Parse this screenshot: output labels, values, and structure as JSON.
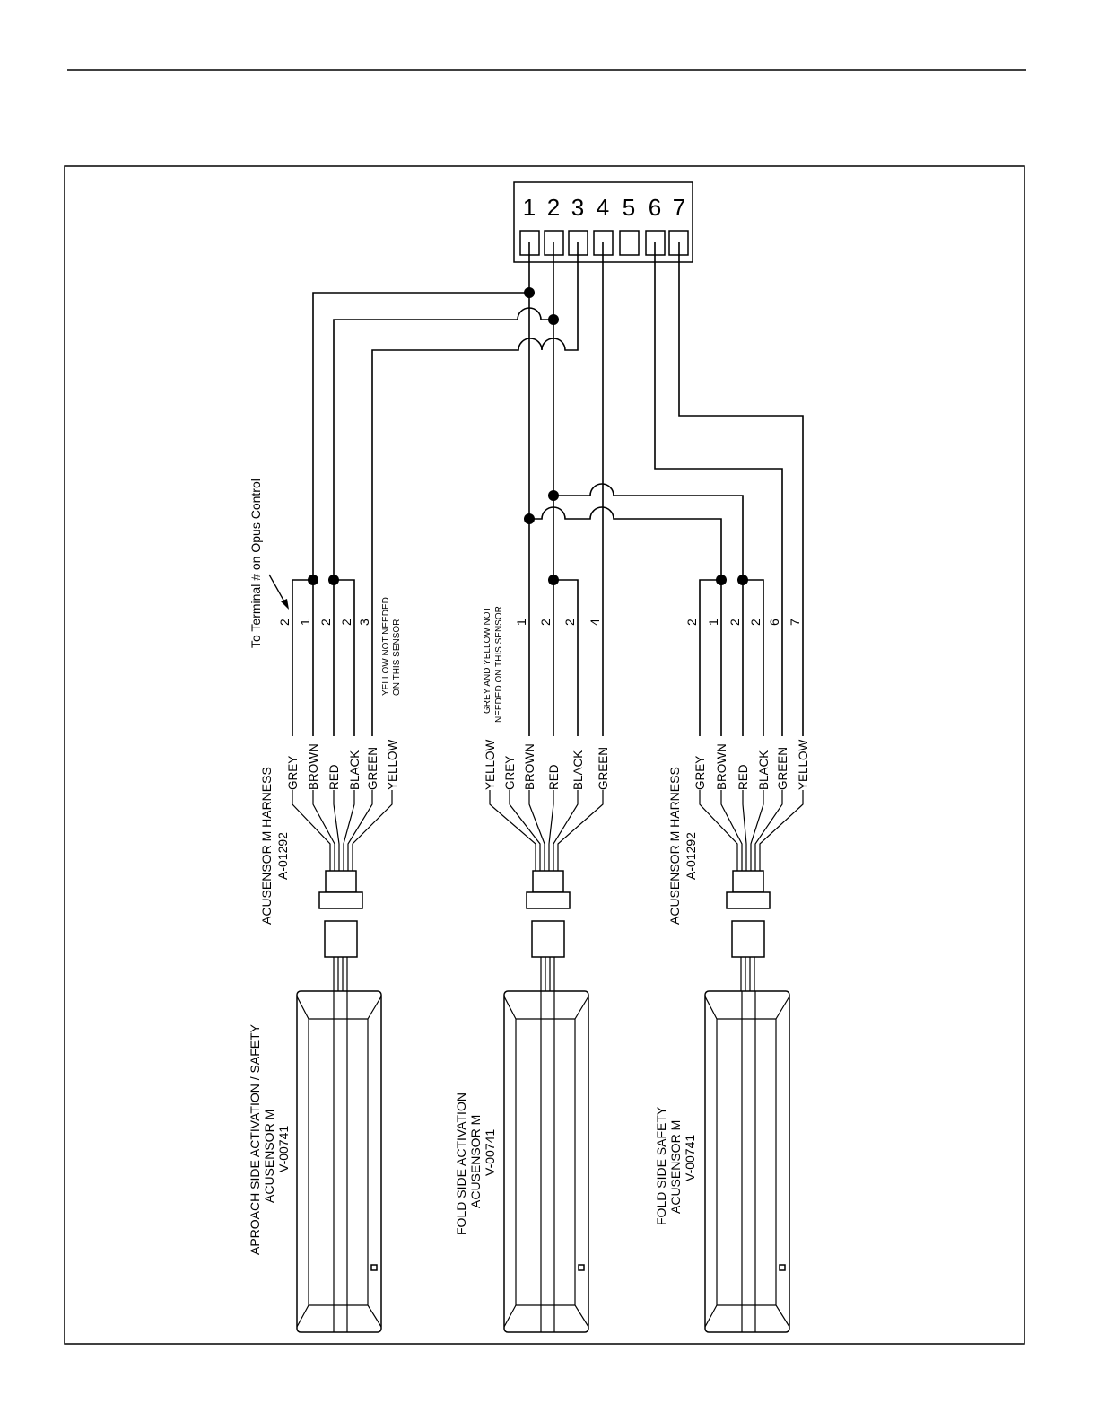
{
  "terminal_block": {
    "numbers": [
      "1",
      "2",
      "3",
      "4",
      "5",
      "6",
      "7"
    ]
  },
  "callout": {
    "terminal_note": "To Terminal # on Opus Control"
  },
  "sensors": [
    {
      "title_line1": "APROACH SIDE ACTIVATION / SAFETY",
      "title_line2": "ACUSENSOR M",
      "title_line3": "V-00741",
      "harness_line1": "ACUSENSOR M HARNESS",
      "harness_line2": "A-01292",
      "wires": [
        "GREY",
        "BROWN",
        "RED",
        "BLACK",
        "GREEN",
        "YELLOW"
      ],
      "terminals": [
        "2",
        "1",
        "2",
        "2",
        "3"
      ],
      "note_line1": "YELLOW NOT NEEDED",
      "note_line2": "ON THIS SENSOR"
    },
    {
      "title_line1": "FOLD SIDE ACTIVATION",
      "title_line2": "ACUSENSOR M",
      "title_line3": "V-00741",
      "wires": [
        "YELLOW",
        "GREY",
        "BROWN",
        "RED",
        "BLACK",
        "GREEN"
      ],
      "terminals": [
        "1",
        "2",
        "2",
        "4"
      ],
      "note_line1": "GREY AND YELLOW NOT",
      "note_line2": "NEEDED ON THIS SENSOR"
    },
    {
      "title_line1": "FOLD SIDE SAFETY",
      "title_line2": "ACUSENSOR M",
      "title_line3": "V-00741",
      "harness_line1": "ACUSENSOR M HARNESS",
      "harness_line2": "A-01292",
      "wires": [
        "GREY",
        "BROWN",
        "RED",
        "BLACK",
        "GREEN",
        "YELLOW"
      ],
      "terminals": [
        "2",
        "1",
        "2",
        "2",
        "6",
        "7"
      ]
    }
  ]
}
